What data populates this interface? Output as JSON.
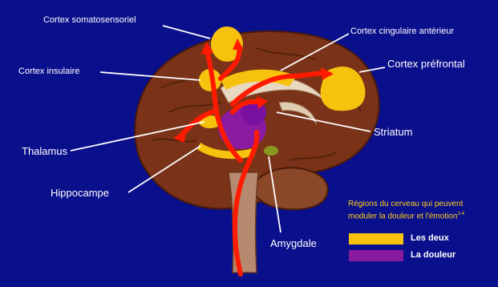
{
  "labels": {
    "cortex_somatosensoriel": "Cortex somatosensoriel",
    "cortex_cingulaire_anterieur": "Cortex cingulaire antérieur",
    "cortex_insulaire": "Cortex insulaire",
    "cortex_prefrontal": "Cortex préfrontal",
    "thalamus": "Thalamus",
    "striatum": "Striatum",
    "hippocampe": "Hippocampe",
    "amygdale": "Amygdale"
  },
  "legend": {
    "title_line1": "Régions du cerveau qui peuvent",
    "title_line2": "moduler la douleur et l'émotion",
    "title_superscript": "1-4",
    "items": [
      {
        "label": "Les deux",
        "color": "#f7c20e"
      },
      {
        "label": "La douleur",
        "color": "#8a1aa0"
      }
    ]
  },
  "colors": {
    "background": "#0a0f8c",
    "both_regions": "#f7c20e",
    "pain_regions": "#8a1aa0",
    "pathway_arrows": "#ff1a00",
    "brain_tissue": "#8a3a1e"
  }
}
